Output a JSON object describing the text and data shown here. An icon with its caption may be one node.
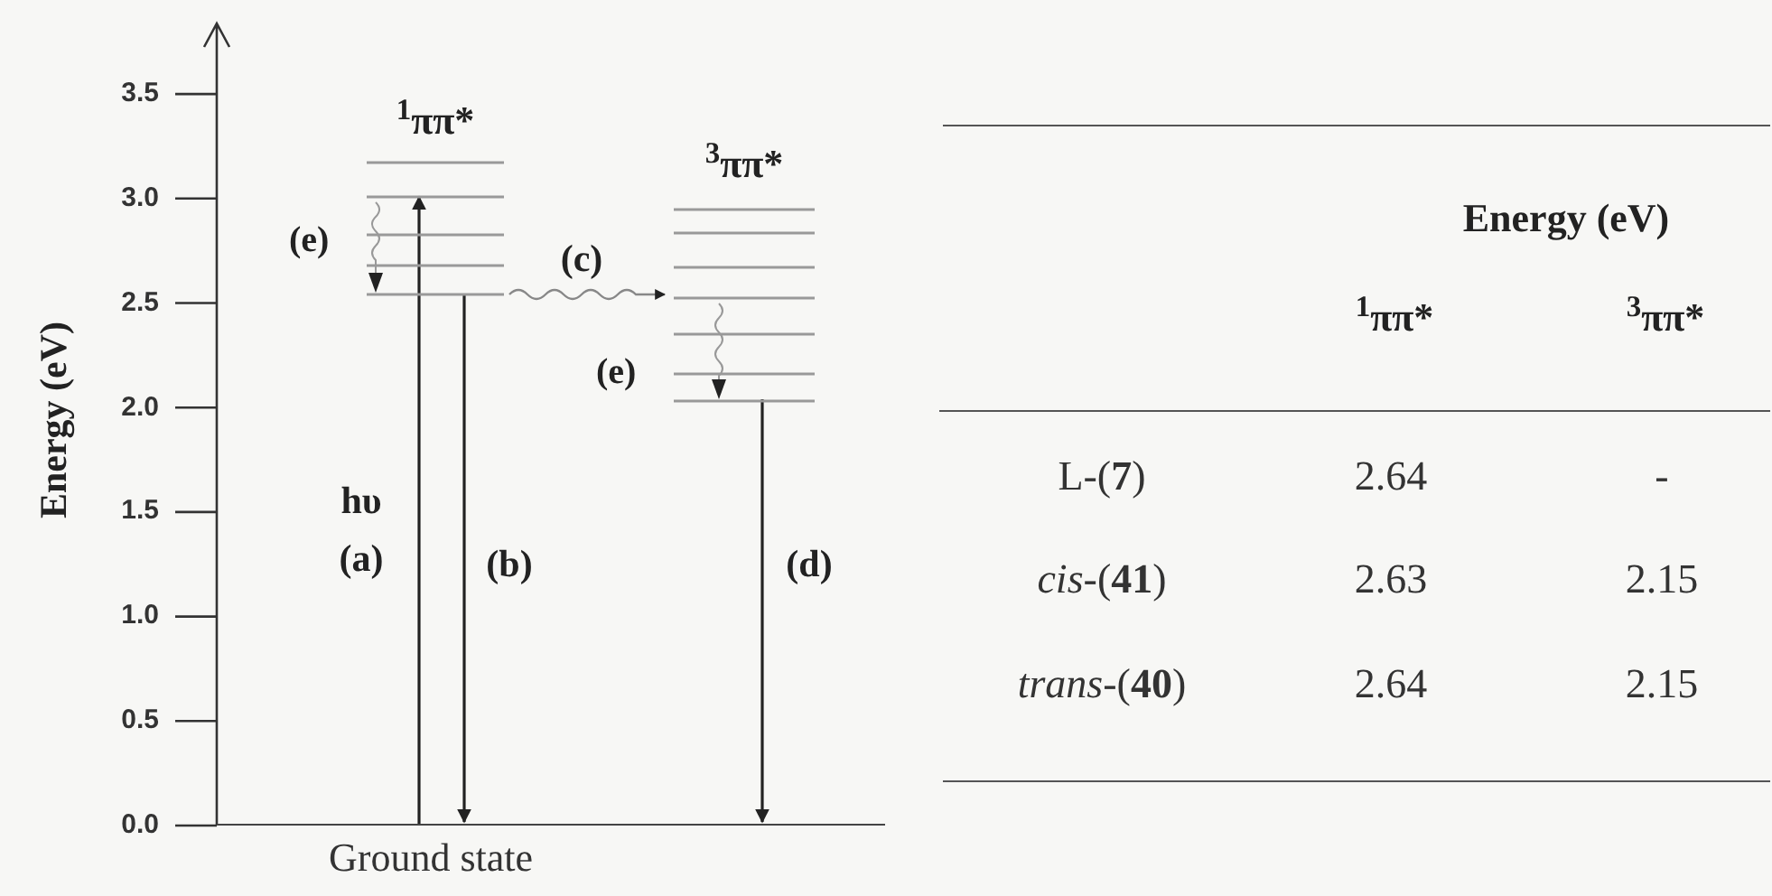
{
  "diagram": {
    "nodes": [
      {
        "text": [
          "$^{1}$ππ*"
        ]
      },
      {
        "text": [
          "$^{3}$ππ*"
        ]
      },
      {
        "text": [
          "Ground state"
        ]
      }
    ],
    "edges": [
      {
        "from": 2,
        "to": 0,
        "arrow": "to",
        "label": "hυ (a)"
      },
      {
        "from": 0,
        "to": 2,
        "arrow": "to",
        "label": "(b)"
      },
      {
        "from": 0,
        "to": 1,
        "arrow": "to",
        "label": "(c)",
        "color": "#888888"
      },
      {
        "from": 1,
        "to": 2,
        "arrow": "to",
        "label": "(d)"
      }
    ],
    "labels": [
      "3.5",
      "3.0",
      "2.5",
      "2.0",
      "1.5",
      "1.0",
      "0.5",
      "0.0",
      "Energy (eV)",
      "(e)",
      "(e)",
      "Energy (eV)",
      "$^{1}$ππ*",
      "$^{3}$ππ*",
      "L-(**7**)",
      "2.64",
      "-",
      "*cis*-(**41**)",
      "2.63",
      "2.15",
      "*trans*-(**40**)",
      "2.64",
      "2.15"
    ]
  }
}
